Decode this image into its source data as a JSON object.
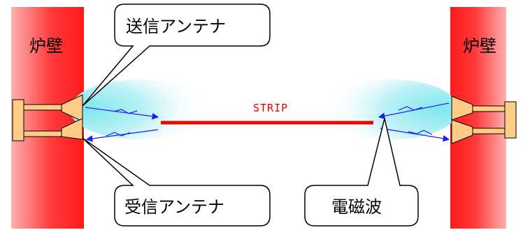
{
  "labels": {
    "wall_left": "炉壁",
    "wall_right": "炉壁",
    "transmit_antenna": "送信アンテナ",
    "receive_antenna": "受信アンテナ",
    "em_wave": "電磁波",
    "strip": "STRIP"
  },
  "colors": {
    "wall": "#ff2a2a",
    "wall_highlight": "#ff9a9a",
    "beam": "#bff3f7",
    "antenna_horn": "#ffcc88",
    "strip": "#ee0000",
    "arrow": "#1a1aff"
  }
}
